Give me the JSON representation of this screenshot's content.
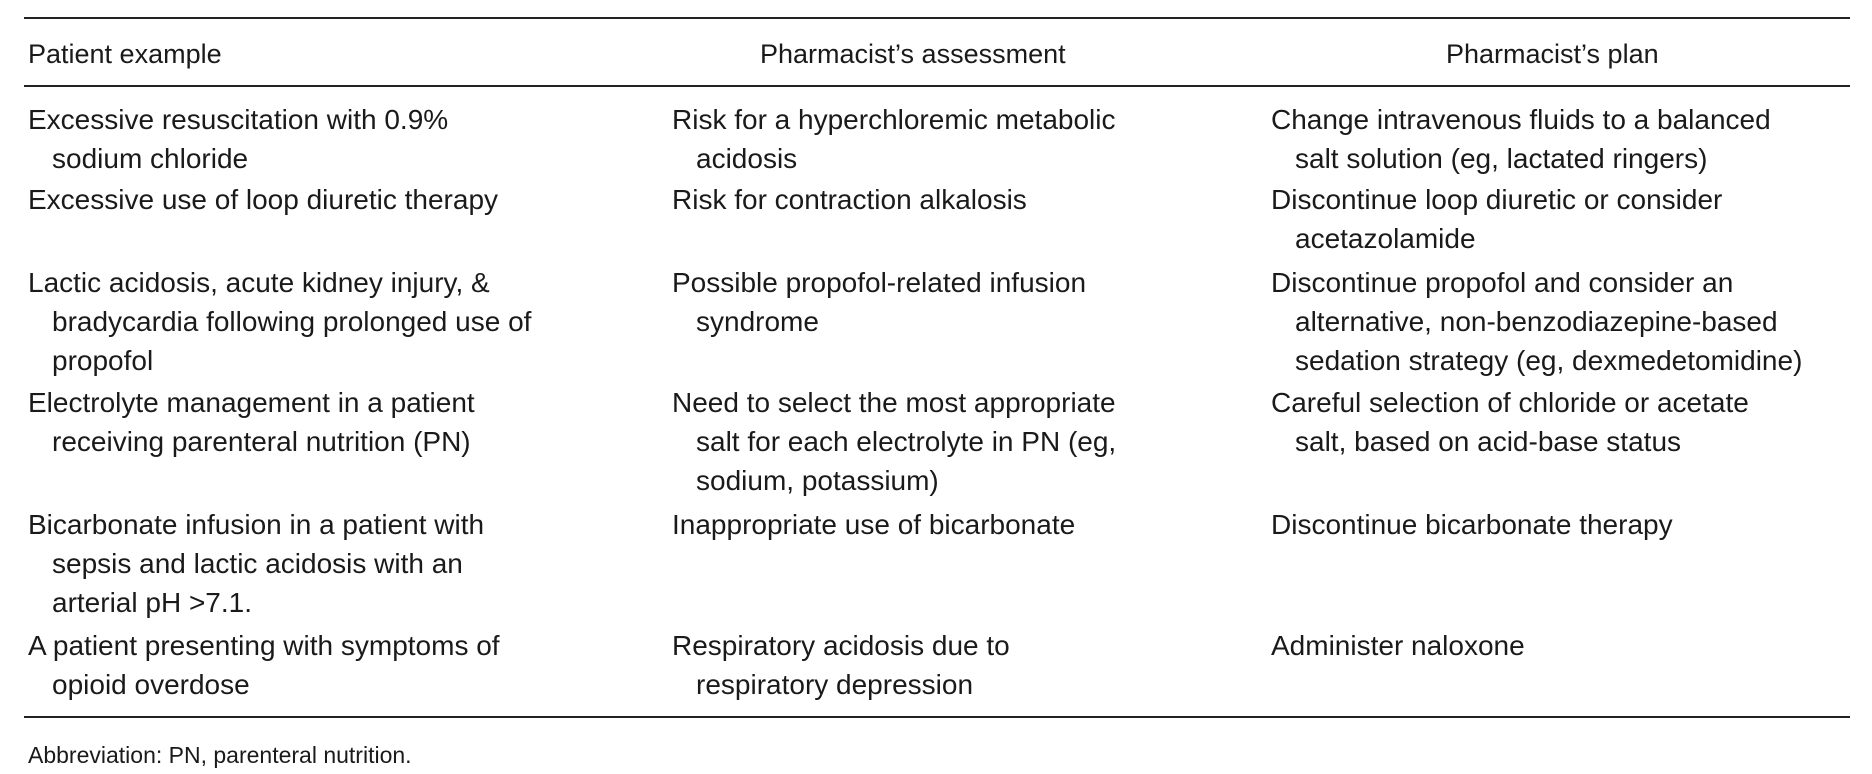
{
  "table": {
    "headers": {
      "patient": "Patient example",
      "assessment": "Pharmacist’s assessment",
      "plan": "Pharmacist’s plan"
    },
    "rows": [
      {
        "patient": [
          "Excessive resuscitation with 0.9%",
          "sodium chloride"
        ],
        "assessment": [
          "Risk for a hyperchloremic metabolic",
          "acidosis"
        ],
        "plan": [
          "Change intravenous fluids to a balanced",
          "salt solution (eg, lactated ringers)"
        ]
      },
      {
        "patient": [
          "Excessive use of loop diuretic therapy"
        ],
        "assessment": [
          "Risk for contraction alkalosis"
        ],
        "plan": [
          "Discontinue loop diuretic or consider",
          "acetazolamide"
        ]
      },
      {
        "patient": [
          "Lactic acidosis, acute kidney injury, &",
          "bradycardia following prolonged use of",
          "propofol"
        ],
        "assessment": [
          "Possible propofol-related infusion",
          "syndrome"
        ],
        "plan": [
          "Discontinue propofol and consider an",
          "alternative, non-benzodiazepine-based",
          "sedation strategy (eg, dexmedetomidine)"
        ]
      },
      {
        "patient": [
          "Electrolyte management in a patient",
          "receiving parenteral nutrition (PN)"
        ],
        "assessment": [
          "Need to select the most appropriate",
          "salt for each electrolyte in PN (eg,",
          "sodium, potassium)"
        ],
        "plan": [
          "Careful selection of chloride or acetate",
          "salt, based on acid-base status"
        ]
      },
      {
        "patient": [
          "Bicarbonate infusion in a patient with",
          "sepsis and lactic acidosis with an",
          "arterial pH >7.1."
        ],
        "assessment": [
          "Inappropriate use of bicarbonate"
        ],
        "plan": [
          "Discontinue bicarbonate therapy"
        ]
      },
      {
        "patient": [
          "A patient presenting with symptoms of",
          "opioid overdose"
        ],
        "assessment": [
          "Respiratory acidosis due to",
          "respiratory depression"
        ],
        "plan": [
          "Administer naloxone"
        ]
      }
    ]
  },
  "footnote": "Abbreviation: PN, parenteral nutrition."
}
